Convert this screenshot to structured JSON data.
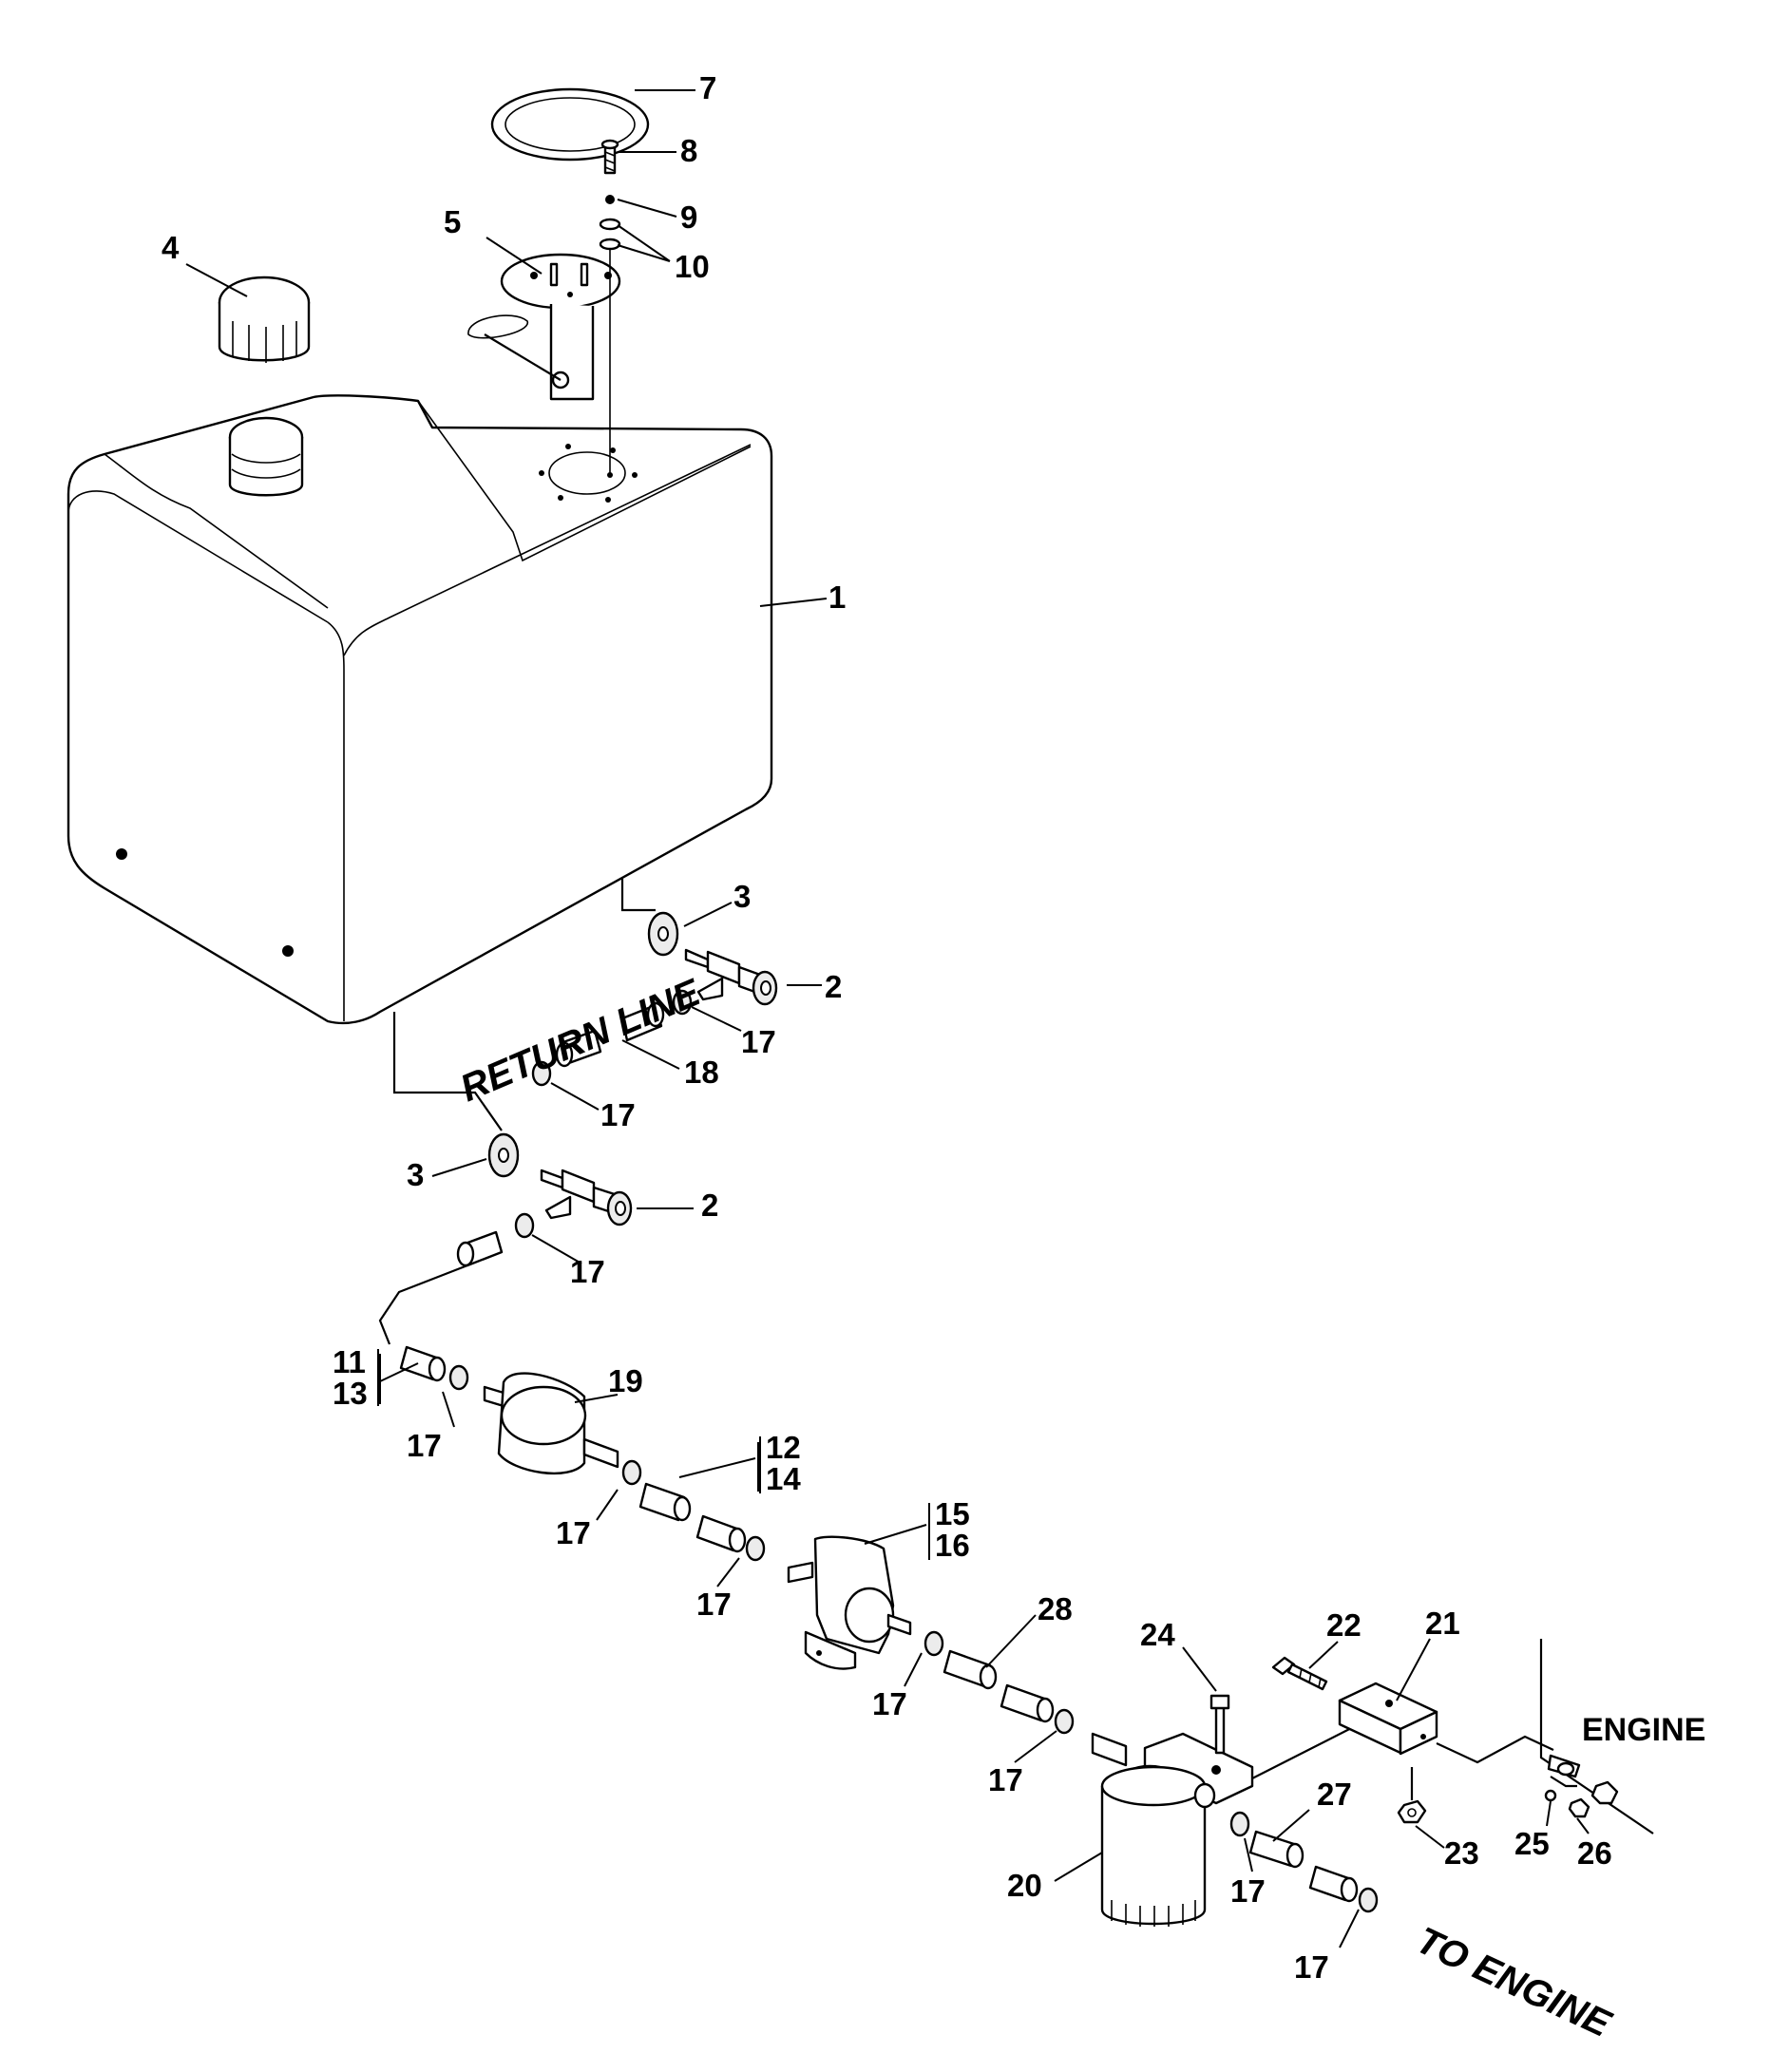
{
  "callouts": {
    "c1": "1",
    "c2a": "2",
    "c2b": "2",
    "c3a": "3",
    "c3b": "3",
    "c4": "4",
    "c5": "5",
    "c7": "7",
    "c8": "8",
    "c9": "9",
    "c10": "10",
    "c11": "11",
    "c13": "13",
    "c12": "12",
    "c14": "14",
    "c15": "15",
    "c16": "16",
    "c17a": "17",
    "c17b": "17",
    "c17c": "17",
    "c17d": "17",
    "c17e": "17",
    "c17f": "17",
    "c17g": "17",
    "c17h": "17",
    "c17i": "17",
    "c17j": "17",
    "c18": "18",
    "c19": "19",
    "c20": "20",
    "c21": "21",
    "c22": "22",
    "c23": "23",
    "c24": "24",
    "c25": "25",
    "c26": "26",
    "c27": "27",
    "c28": "28"
  },
  "notes": {
    "return_line": "RETURN LINE",
    "engine": "ENGINE",
    "to_engine": "TO ENGINE"
  }
}
